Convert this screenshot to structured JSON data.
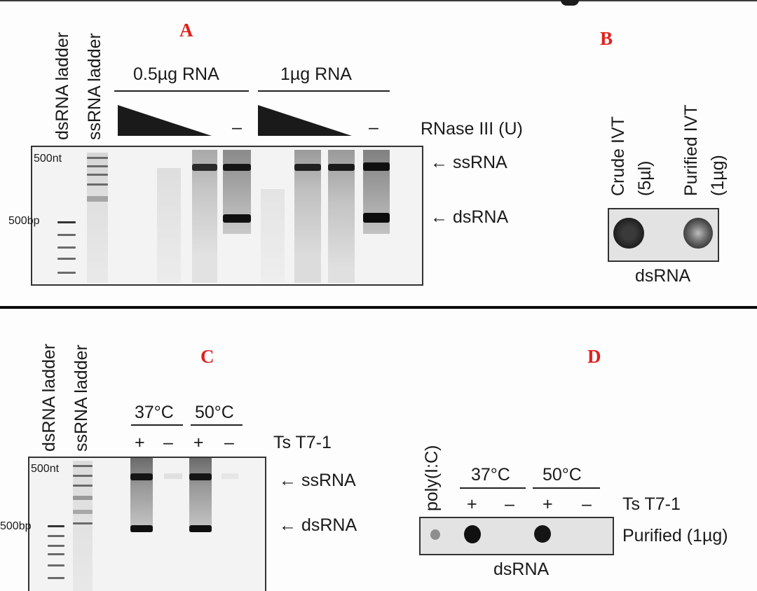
{
  "figure": {
    "panels": {
      "A": {
        "letter": "A",
        "lane_labels": [
          "dsRNA ladder",
          "ssRNA ladder"
        ],
        "groups": [
          {
            "label": "0.5µg RNA",
            "minus": "–"
          },
          {
            "label": "1µg RNA",
            "minus": "–"
          }
        ],
        "condition_label": "RNase III (U)",
        "markers": {
          "top": "500nt",
          "bottom": "500bp"
        },
        "arrows": [
          {
            "label": "← ssRNA"
          },
          {
            "label": "← dsRNA"
          }
        ]
      },
      "B": {
        "letter": "B",
        "column_labels": [
          "Crude IVT",
          "(5µl)",
          "Purified IVT",
          "(1µg)"
        ],
        "bottom_label": "dsRNA"
      },
      "C": {
        "letter": "C",
        "lane_labels": [
          "dsRNA ladder",
          "ssRNA ladder"
        ],
        "temps": [
          "37°C",
          "50°C"
        ],
        "signs": [
          "+",
          "–",
          "+",
          "–"
        ],
        "condition_label": "Ts T7-1",
        "markers": {
          "top": "500nt",
          "bottom": "500bp"
        },
        "arrows": [
          {
            "label": "← ssRNA"
          },
          {
            "label": "← dsRNA"
          }
        ]
      },
      "D": {
        "letter": "D",
        "first_label": "poly(I:C)",
        "temps": [
          "37°C",
          "50°C"
        ],
        "signs": [
          "+",
          "–",
          "+",
          "–"
        ],
        "condition_label": "Ts T7-1",
        "row_label": "Purified (1µg)",
        "bottom_label": "dsRNA"
      }
    },
    "colors": {
      "panel_letter": "#e0201b",
      "text": "#1a1a1a",
      "divider": "#0c0c0c"
    }
  }
}
